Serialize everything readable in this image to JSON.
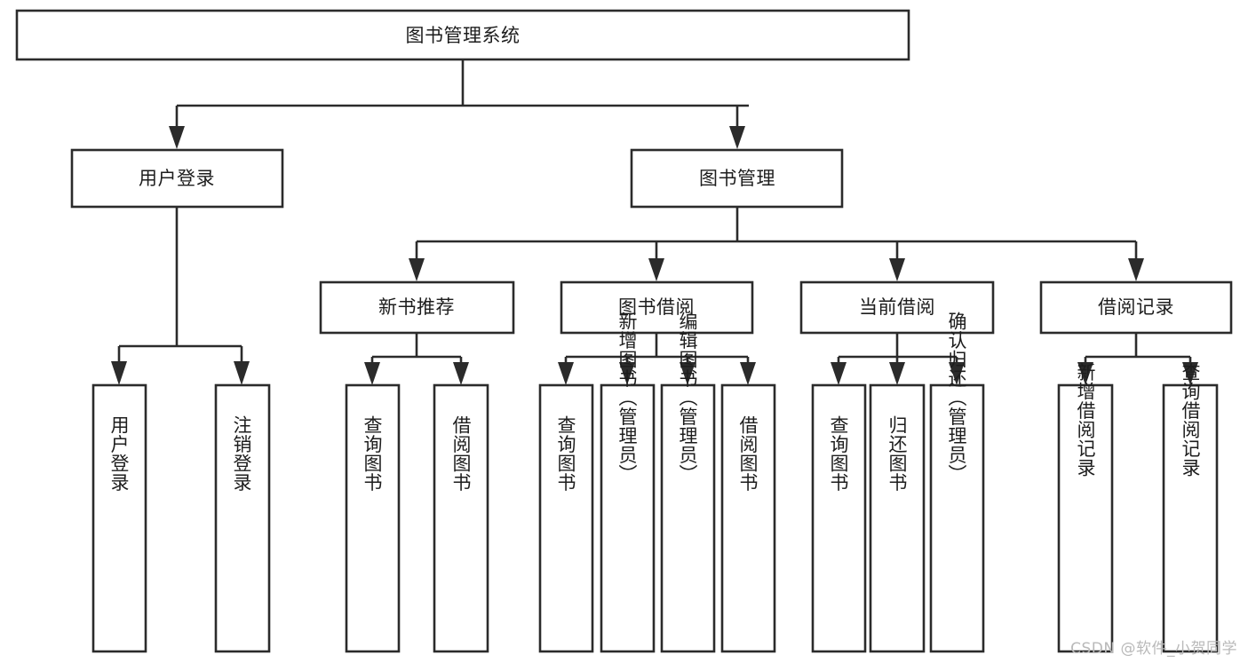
{
  "diagram": {
    "title": "图书管理系统",
    "type": "hierarchy-tree",
    "watermark": "CSDN @软件_小贺同学",
    "colors": {
      "stroke": "#2b2b2b",
      "fill": "#ffffff",
      "text": "#1d1d1d",
      "watermark": "#b9b9b9",
      "background": "#ffffff"
    },
    "levels": {
      "root": {
        "label": "图书管理系统"
      },
      "level2": [
        {
          "id": "user-login",
          "label": "用户登录"
        },
        {
          "id": "book-manage",
          "label": "图书管理"
        }
      ],
      "level3": [
        {
          "id": "new-book-recommend",
          "label": "新书推荐",
          "parent": "book-manage"
        },
        {
          "id": "book-borrow",
          "label": "图书借阅",
          "parent": "book-manage"
        },
        {
          "id": "current-borrow",
          "label": "当前借阅",
          "parent": "book-manage"
        },
        {
          "id": "borrow-record",
          "label": "借阅记录",
          "parent": "book-manage"
        }
      ],
      "leaves": [
        {
          "id": "leaf-user-login",
          "label": "用户登录",
          "parent": "user-login"
        },
        {
          "id": "leaf-logout-login",
          "label": "注销登录",
          "parent": "user-login"
        },
        {
          "id": "leaf-query-book-1",
          "label": "查询图书",
          "parent": "new-book-recommend"
        },
        {
          "id": "leaf-borrow-book-1",
          "label": "借阅图书",
          "parent": "new-book-recommend"
        },
        {
          "id": "leaf-query-book-2",
          "label": "查询图书",
          "parent": "book-borrow"
        },
        {
          "id": "leaf-add-book",
          "label": "新增图书（管理员）",
          "parent": "book-borrow"
        },
        {
          "id": "leaf-edit-book",
          "label": "编辑图书（管理员）",
          "parent": "book-borrow"
        },
        {
          "id": "leaf-borrow-book-2",
          "label": "借阅图书",
          "parent": "book-borrow"
        },
        {
          "id": "leaf-query-book-3",
          "label": "查询图书",
          "parent": "current-borrow"
        },
        {
          "id": "leaf-return-book",
          "label": "归还图书",
          "parent": "current-borrow"
        },
        {
          "id": "leaf-confirm-return",
          "label": "确认归还（管理员）",
          "parent": "current-borrow"
        },
        {
          "id": "leaf-add-record",
          "label": "新增借阅记录",
          "parent": "borrow-record"
        },
        {
          "id": "leaf-query-record",
          "label": "查询借阅记录",
          "parent": "borrow-record"
        }
      ]
    }
  }
}
